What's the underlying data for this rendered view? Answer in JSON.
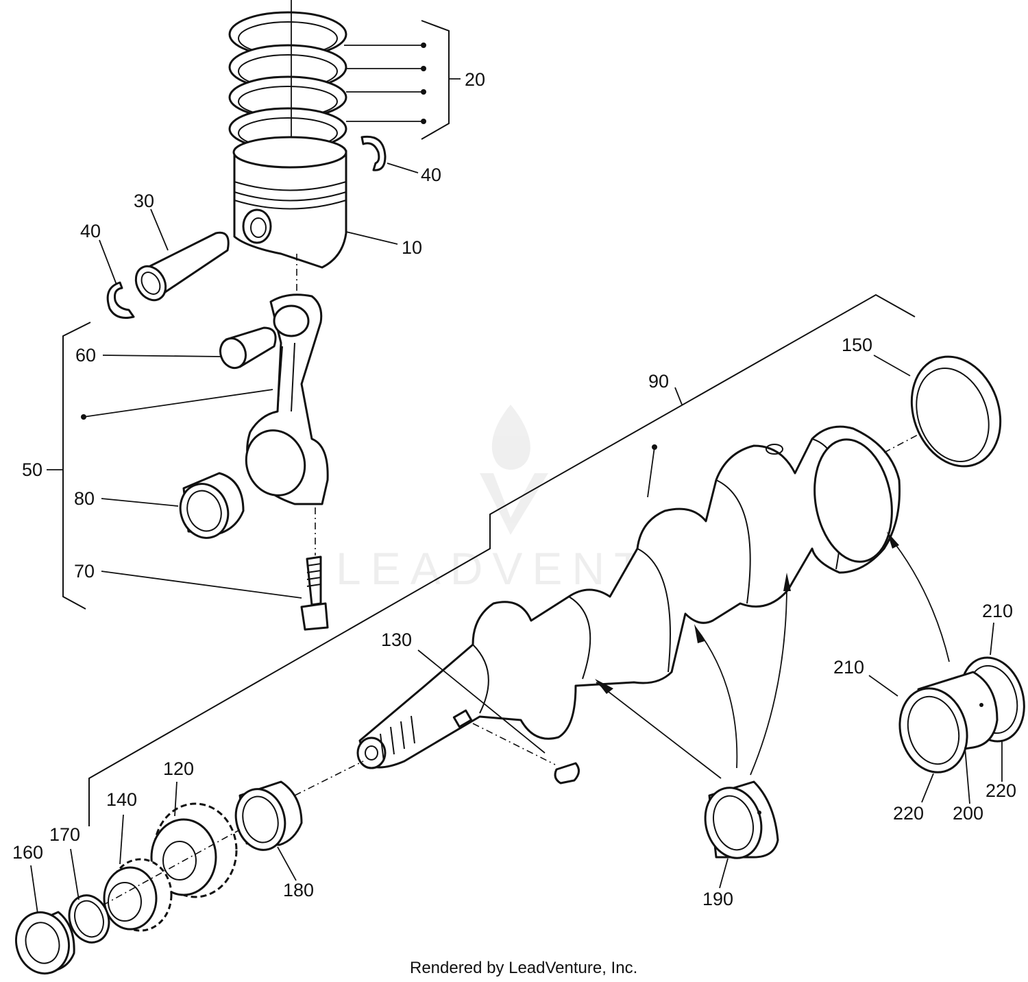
{
  "diagram": {
    "labels": {
      "p10": "10",
      "p20": "20",
      "p30": "30",
      "p40a": "40",
      "p40b": "40",
      "p50": "50",
      "p60": "60",
      "p70": "70",
      "p80": "80",
      "p90": "90",
      "p120": "120",
      "p130": "130",
      "p140": "140",
      "p150": "150",
      "p160": "160",
      "p170": "170",
      "p180": "180",
      "p190": "190",
      "p200": "200",
      "p210a": "210",
      "p210b": "210",
      "p220a": "220",
      "p220b": "220"
    },
    "watermark": "LEADVENTURE",
    "footer": "Rendered by LeadVenture, Inc."
  },
  "colors": {
    "line": "#111111",
    "watermark": "#eeeeee",
    "background": "#ffffff"
  },
  "icons": {
    "watermark_logo": "leadventure-flame-logo-icon"
  }
}
